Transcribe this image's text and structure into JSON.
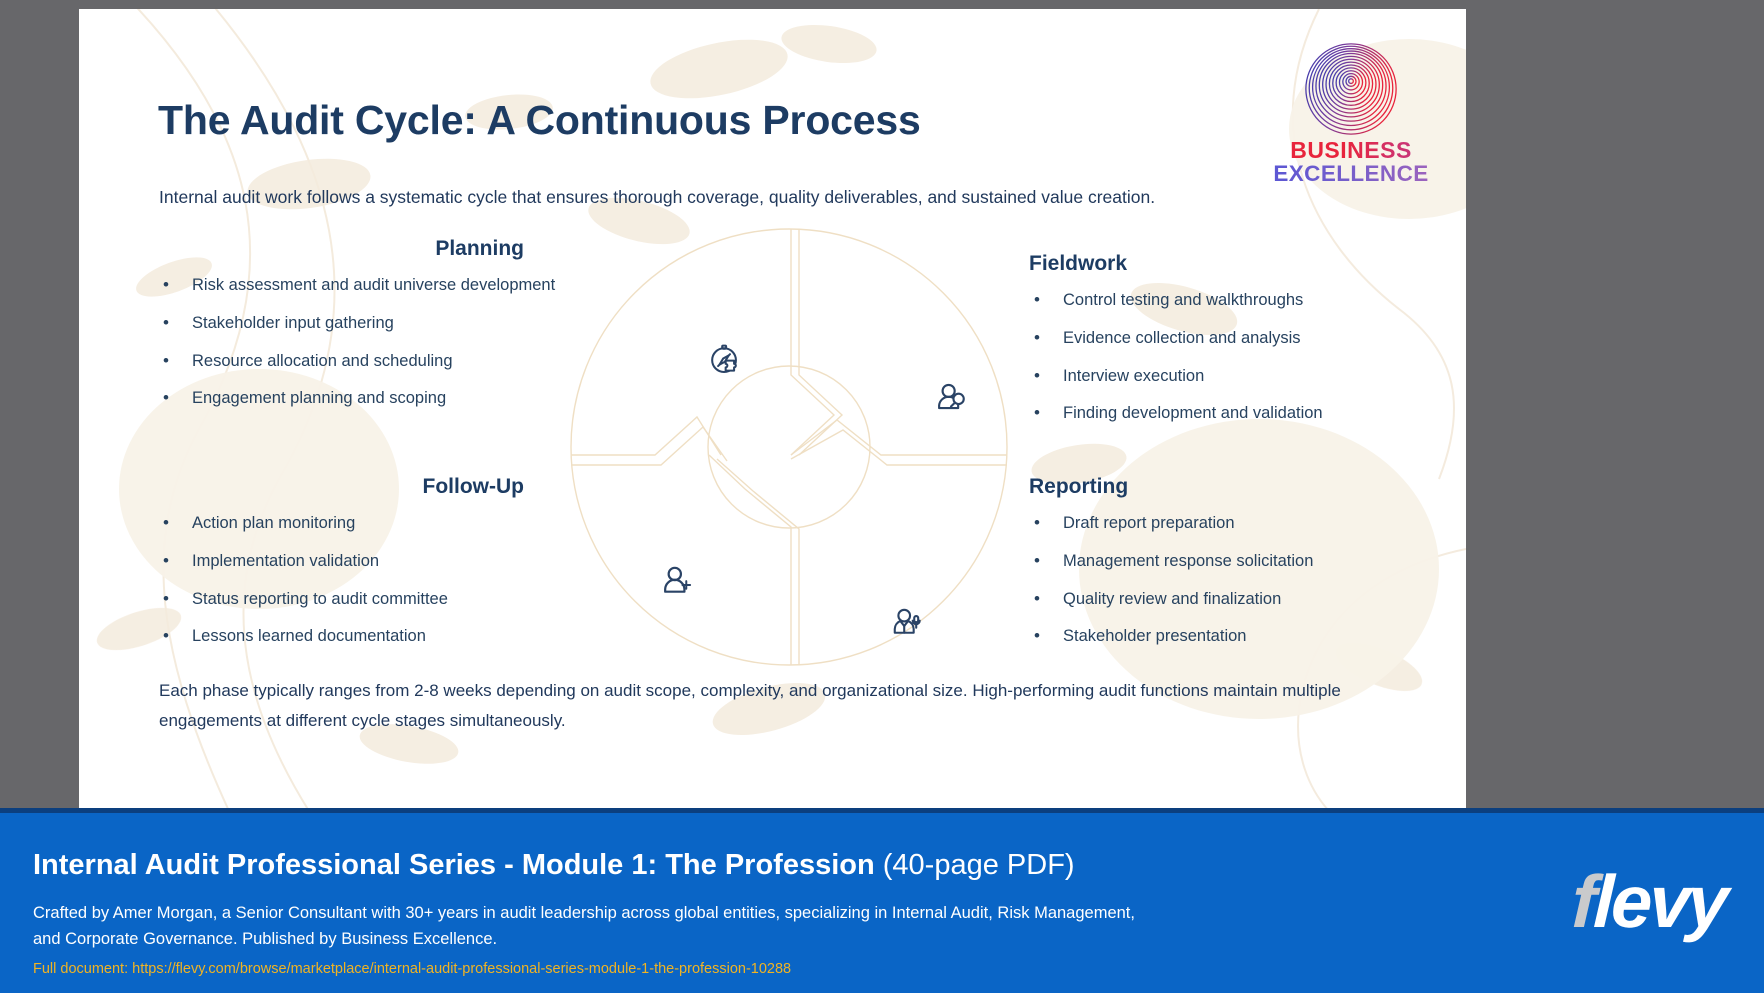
{
  "slide": {
    "title": "The Audit Cycle: A Continuous Process",
    "subtitle": "Internal audit work follows a systematic cycle that ensures thorough coverage, quality deliverables, and sustained value creation.",
    "footnote": "Each phase typically ranges from 2-8 weeks depending on audit scope, complexity, and organizational size. High-performing audit functions maintain multiple engagements at different cycle stages simultaneously.",
    "accent_navy": "#1d3c63",
    "body_navy": "#27425f",
    "ring_color": "#efdfc4",
    "icon_color": "#2a4366"
  },
  "brand": {
    "line1": "BUSINESS",
    "line2": "EXCELLENCE",
    "color1": "#e8243c",
    "color2": "#5b57d4"
  },
  "quadrants": [
    {
      "key": "planning",
      "heading": "Planning",
      "icon": "compass-puzzle-icon",
      "items": [
        "Risk assessment and audit universe development",
        "Stakeholder input gathering",
        "Resource allocation and scheduling",
        "Engagement planning and scoping"
      ]
    },
    {
      "key": "fieldwork",
      "heading": "Fieldwork",
      "icon": "person-magnifier-icon",
      "items": [
        "Control testing and walkthroughs",
        "Evidence collection and analysis",
        "Interview execution",
        "Finding development and validation"
      ]
    },
    {
      "key": "reporting",
      "heading": "Reporting",
      "icon": "person-presenter-icon",
      "items": [
        "Draft report preparation",
        "Management response solicitation",
        "Quality review and finalization",
        "Stakeholder presentation"
      ]
    },
    {
      "key": "followup",
      "heading": "Follow-Up",
      "icon": "person-add-icon",
      "items": [
        "Action plan monitoring",
        "Implementation validation",
        "Status reporting to audit committee",
        "Lessons learned documentation"
      ]
    }
  ],
  "banner": {
    "title_bold": "Internal Audit Professional Series - Module 1: The Profession",
    "title_pages": "(40-page PDF)",
    "description": "Crafted by Amer Morgan, a Senior Consultant with 30+ years in audit leadership across global entities, specializing in Internal Audit, Risk Management, and Corporate Governance. Published by Business Excellence.",
    "url_line": "Full document: https://flevy.com/browse/marketplace/internal-audit-professional-series-module-1-the-profession-10288",
    "logo_part1": "f",
    "logo_part2": "levy",
    "background": "#0a65c6",
    "url_color": "#f0b323"
  }
}
